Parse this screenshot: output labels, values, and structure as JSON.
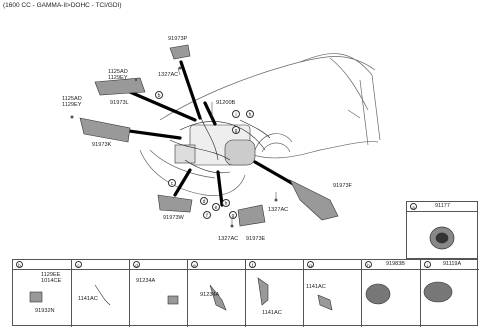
{
  "header": "(1600 CC - GAMMA-II>DOHC - TCI/GDI)",
  "labels": {
    "p91973P": "91973P",
    "p1327AC_top": "1327AC",
    "p1125AD_a": "1125AD",
    "p1129EY_a": "1129EY",
    "p91973L": "91973L",
    "p1125AD_b": "1125AD",
    "p1129EY_b": "1129EY",
    "p91973K": "91973K",
    "p91200B": "91200B",
    "p91973F": "91973F",
    "p1327AC_right": "1327AC",
    "p91973W": "91973W",
    "p1327AC_bottom": "1327AC",
    "p91973E": "91973E"
  },
  "callouts": [
    "a",
    "b",
    "c",
    "d",
    "e",
    "f",
    "g",
    "h",
    "i"
  ],
  "panel_a": {
    "letter": "a",
    "part": "91177"
  },
  "cells": [
    {
      "letter": "b",
      "code": "",
      "parts": [
        "1129EE",
        "1014CE",
        "91932N"
      ]
    },
    {
      "letter": "c",
      "code": "",
      "parts": [
        "1141AC"
      ]
    },
    {
      "letter": "d",
      "code": "",
      "parts": [
        "91234A"
      ]
    },
    {
      "letter": "e",
      "code": "",
      "parts": [
        "91234A"
      ]
    },
    {
      "letter": "f",
      "code": "",
      "parts": [
        "1141AC"
      ]
    },
    {
      "letter": "g",
      "code": "",
      "parts": [
        "1141AC"
      ]
    },
    {
      "letter": "h",
      "code": "91983B",
      "parts": []
    },
    {
      "letter": "i",
      "code": "91119A",
      "parts": []
    }
  ]
}
